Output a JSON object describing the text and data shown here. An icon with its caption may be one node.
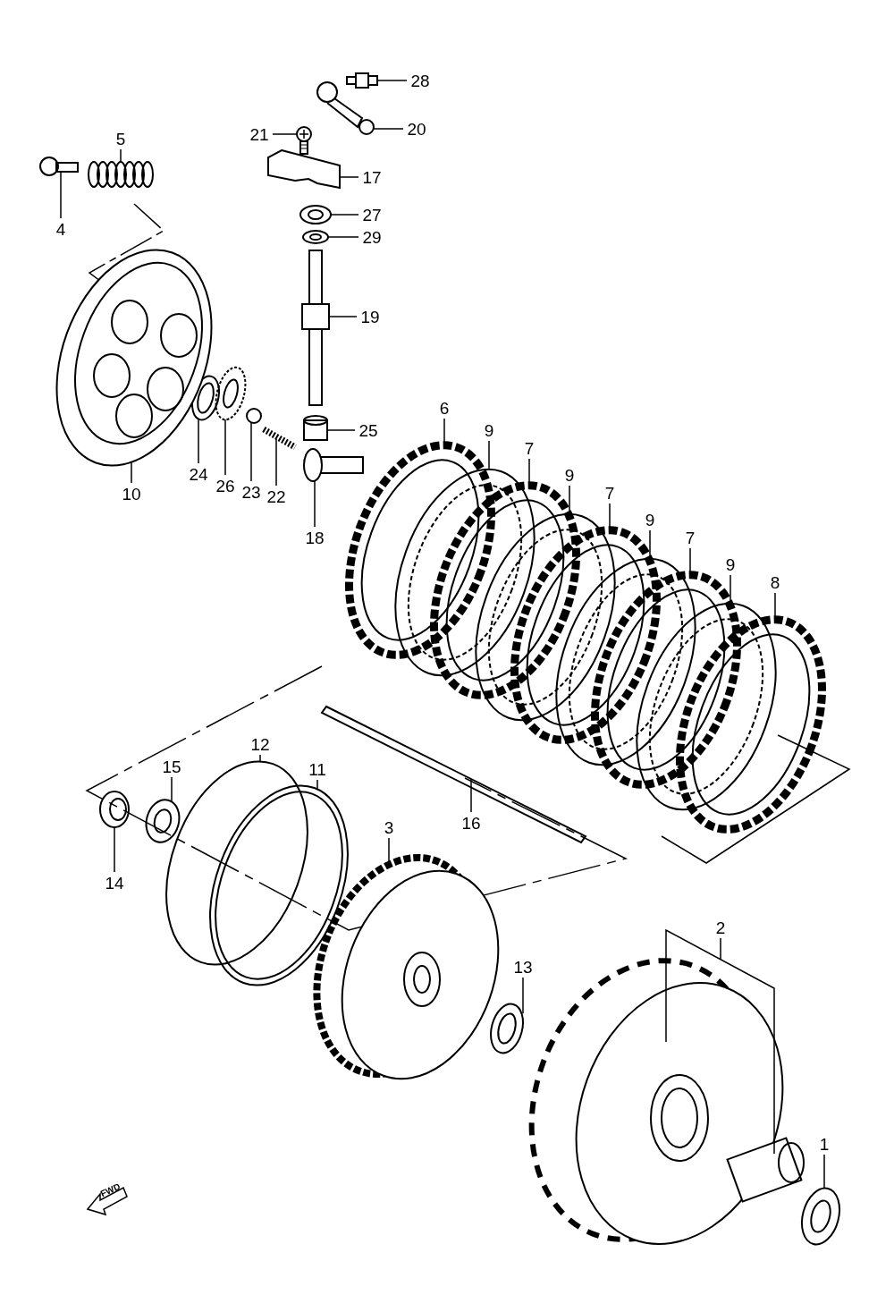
{
  "diagram": {
    "nodes": [
      {
        "text": [
          "28"
        ]
      },
      {
        "text": [
          "21"
        ]
      },
      {
        "text": [
          "20"
        ]
      },
      {
        "text": [
          "5"
        ]
      },
      {
        "text": [
          "17"
        ]
      },
      {
        "text": [
          "4"
        ]
      },
      {
        "text": [
          "27"
        ]
      },
      {
        "text": [
          "29"
        ]
      },
      {
        "text": [
          "19"
        ]
      },
      {
        "text": [
          "6"
        ]
      },
      {
        "text": [
          "25"
        ]
      },
      {
        "text": [
          "9"
        ]
      },
      {
        "text": [
          "7"
        ]
      },
      {
        "text": [
          "9"
        ]
      },
      {
        "text": [
          "7"
        ]
      },
      {
        "text": [
          "24"
        ]
      },
      {
        "text": [
          "26"
        ]
      },
      {
        "text": [
          "23"
        ]
      },
      {
        "text": [
          "22"
        ]
      },
      {
        "text": [
          "10"
        ]
      },
      {
        "text": [
          "18"
        ]
      },
      {
        "text": [
          "9"
        ]
      },
      {
        "text": [
          "7"
        ]
      },
      {
        "text": [
          "9"
        ]
      },
      {
        "text": [
          "8"
        ]
      },
      {
        "text": [
          "12"
        ]
      },
      {
        "text": [
          "15"
        ]
      },
      {
        "text": [
          "11"
        ]
      },
      {
        "text": [
          "16"
        ]
      },
      {
        "text": [
          "3"
        ]
      },
      {
        "text": [
          "14"
        ]
      },
      {
        "text": [
          "2"
        ]
      },
      {
        "text": [
          "13"
        ]
      },
      {
        "text": [
          "1"
        ]
      },
      {
        "text": [],
        "shape": "picture"
      },
      {
        "text": [],
        "shape": "picture"
      },
      {
        "text": [],
        "shape": "picture"
      },
      {
        "text": [],
        "shape": "picture"
      },
      {
        "text": [],
        "shape": "picture"
      },
      {
        "text": [],
        "shape": "picture"
      },
      {
        "text": [],
        "shape": "picture"
      },
      {
        "text": [],
        "shape": "picture"
      },
      {
        "text": [],
        "shape": "picture"
      },
      {
        "text": [],
        "shape": "picture"
      },
      {
        "text": [],
        "shape": "picture"
      },
      {
        "text": [],
        "shape": "picture"
      },
      {
        "text": [],
        "shape": "picture"
      },
      {
        "text": [],
        "shape": "picture"
      },
      {
        "text": [],
        "shape": "picture"
      },
      {
        "text": [],
        "shape": "picture"
      },
      {
        "text": [],
        "shape": "picture"
      },
      {
        "text": [],
        "shape": "picture"
      },
      {
        "text": [],
        "shape": "picture"
      },
      {
        "text": [],
        "shape": "picture"
      },
      {
        "text": [],
        "shape": "picture"
      },
      {
        "text": [],
        "shape": "picture"
      },
      {
        "text": [],
        "shape": "picture"
      },
      {
        "text": [],
        "shape": "picture"
      },
      {
        "text": [],
        "shape": "picture"
      },
      {
        "text": [],
        "shape": "picture"
      },
      {
        "text": [],
        "shape": "picture"
      },
      {
        "text": [],
        "shape": "picture"
      },
      {
        "text": [],
        "shape": "picture"
      },
      {
        "text": [],
        "shape": "picture"
      },
      {
        "text": [],
        "shape": "picture"
      },
      {
        "text": [],
        "shape": "picture"
      },
      {
        "text": [],
        "shape": "picture"
      },
      {
        "text": [],
        "shape": "picture"
      }
    ],
    "edges": [
      {
        "from": 0,
        "to": 34,
        "arrow": "none"
      },
      {
        "from": 1,
        "to": 35,
        "arrow": "none"
      },
      {
        "from": 2,
        "to": 36,
        "arrow": "none"
      },
      {
        "from": 3,
        "to": 37,
        "arrow": "none"
      },
      {
        "from": 4,
        "to": 38,
        "arrow": "none"
      },
      {
        "from": 5,
        "to": 39,
        "arrow": "none"
      },
      {
        "from": 6,
        "to": 40,
        "arrow": "none"
      },
      {
        "from": 7,
        "to": 41,
        "arrow": "none"
      },
      {
        "from": 8,
        "to": 42,
        "arrow": "none"
      },
      {
        "from": 9,
        "to": 43,
        "arrow": "none"
      },
      {
        "from": 10,
        "to": 44,
        "arrow": "none"
      },
      {
        "from": 11,
        "to": 45,
        "arrow": "none"
      },
      {
        "from": 12,
        "to": 46,
        "arrow": "none"
      },
      {
        "from": 13,
        "to": 47,
        "arrow": "none"
      },
      {
        "from": 14,
        "to": 48,
        "arrow": "none"
      },
      {
        "from": 15,
        "to": 49,
        "arrow": "none"
      },
      {
        "from": 16,
        "to": 50,
        "arrow": "none"
      },
      {
        "from": 17,
        "to": 51,
        "arrow": "none"
      },
      {
        "from": 18,
        "to": 52,
        "arrow": "none"
      },
      {
        "from": 19,
        "to": 53,
        "arrow": "none"
      },
      {
        "from": 20,
        "to": 54,
        "arrow": "none"
      },
      {
        "from": 21,
        "to": 55,
        "arrow": "none"
      },
      {
        "from": 22,
        "to": 56,
        "arrow": "none"
      },
      {
        "from": 23,
        "to": 57,
        "arrow": "none"
      },
      {
        "from": 24,
        "to": 58,
        "arrow": "none"
      },
      {
        "from": 25,
        "to": 59,
        "arrow": "none"
      },
      {
        "from": 26,
        "to": 60,
        "arrow": "none"
      },
      {
        "from": 27,
        "to": 61,
        "arrow": "none"
      },
      {
        "from": 28,
        "to": 62,
        "arrow": "none"
      },
      {
        "from": 29,
        "to": 63,
        "arrow": "none"
      },
      {
        "from": 30,
        "to": 64,
        "arrow": "none"
      },
      {
        "from": 31,
        "to": 65,
        "arrow": "none"
      },
      {
        "from": 32,
        "to": 66,
        "arrow": "none"
      },
      {
        "from": 33,
        "to": 67,
        "arrow": "none"
      }
    ],
    "labels": [
      "FWD"
    ]
  }
}
